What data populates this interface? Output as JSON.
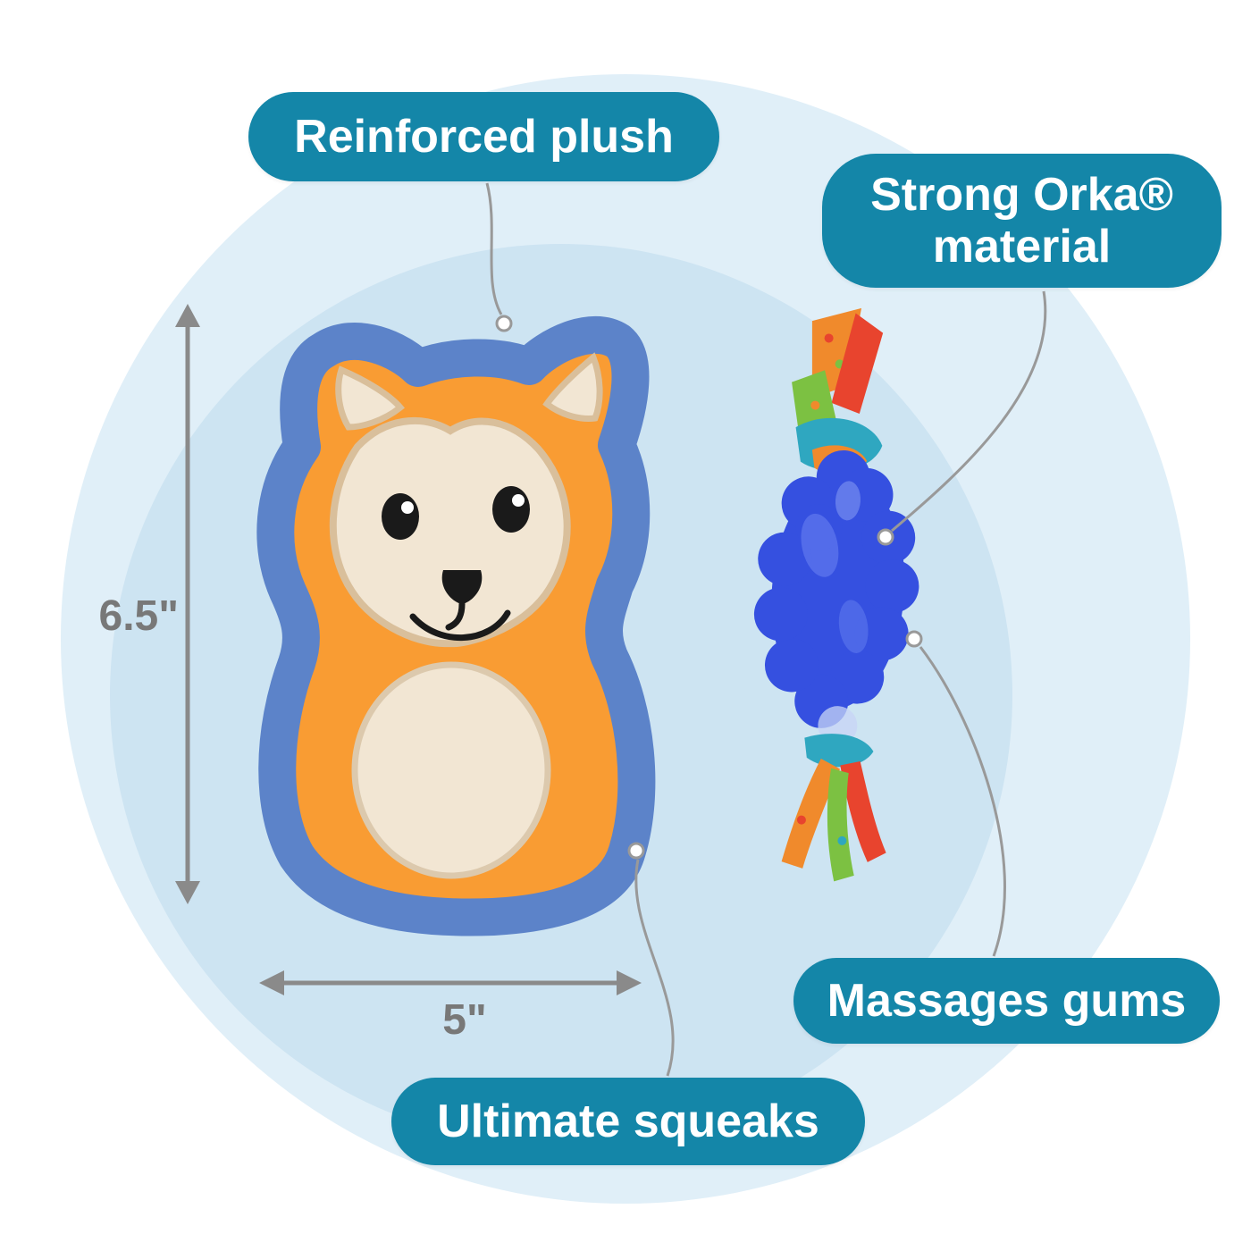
{
  "infographic": {
    "title": "Dog toy set feature infographic",
    "callouts": {
      "reinforced_plush": "Reinforced plush",
      "strong_orka": "Strong Orka® material",
      "massages_gums": "Massages gums",
      "ultimate_squeaks": "Ultimate squeaks"
    },
    "measurements": {
      "height": "6.5\"",
      "width": "5\""
    },
    "colors": {
      "bubble_bg": "#1486A8",
      "bubble_text": "#FFFFFF",
      "circle_outer": "#E0EFF8",
      "circle_inner": "#CDE4F2",
      "dimension_gray": "#8A8A8A",
      "connector_gray": "#999999",
      "fox_orange": "#F99C33",
      "fox_trim_blue": "#5C83C9",
      "fox_cream": "#F2E6D3",
      "orka_blue": "#3550E0",
      "ribbon_orange": "#F08A2C",
      "ribbon_red": "#E8442E",
      "ribbon_green": "#7CC142",
      "ribbon_teal": "#2FA7C0"
    }
  }
}
